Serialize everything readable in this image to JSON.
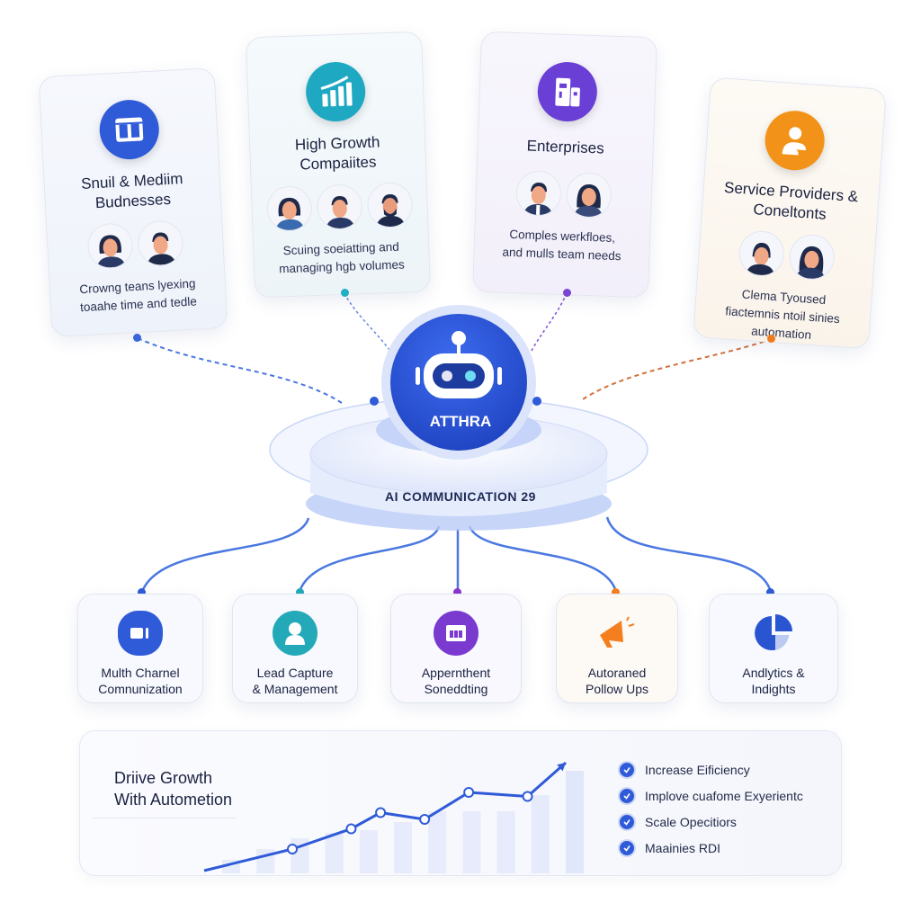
{
  "hub": {
    "name": "ATTHRA",
    "platform_label": "AI COMMUNICATION 29",
    "icon": "robot-icon"
  },
  "segments": [
    {
      "id": "smb",
      "title_line1": "Snuil & Mediim",
      "title_line2": "Budnesses",
      "desc_line1": "Crowng teans lyexing",
      "desc_line2": "toaahe time and tedle",
      "desc_line3": "",
      "icon": "storefront-icon",
      "color": "#2f5bd8",
      "avatars": 2
    },
    {
      "id": "growth",
      "title_line1": "High Growth",
      "title_line2": "Compaiites",
      "desc_line1": "Scuing soeiatting and",
      "desc_line2": "managing hgb volumes",
      "desc_line3": "",
      "icon": "growth-chart-icon",
      "color": "#1ea8c2",
      "avatars": 3
    },
    {
      "id": "enterprise",
      "title_line1": "Enterprises",
      "title_line2": "",
      "desc_line1": "Comples werkfloes,",
      "desc_line2": "and mulls team needs",
      "desc_line3": "",
      "icon": "buildings-icon",
      "color": "#6a3fd6",
      "avatars": 2
    },
    {
      "id": "services",
      "title_line1": "Service Providers &",
      "title_line2": "Coneltonts",
      "desc_line1": "Clema Tyoused",
      "desc_line2": "fiactemnis ntoil sinies",
      "desc_line3": "automation",
      "icon": "consultant-icon",
      "color": "#f39218",
      "avatars": 2
    }
  ],
  "features": [
    {
      "title_line1": "Multh Charnel",
      "title_line2": "Comnunization",
      "icon": "video-chat-icon",
      "color": "#2f5bd8"
    },
    {
      "title_line1": "Lead Capture",
      "title_line2": "& Management",
      "icon": "user-icon",
      "color": "#24a9b8"
    },
    {
      "title_line1": "Appernthent",
      "title_line2": "Soneddting",
      "icon": "calendar-icon",
      "color": "#7a3ad0"
    },
    {
      "title_line1": "Autoraned",
      "title_line2": "Pollow Ups",
      "icon": "megaphone-icon",
      "color": "#f57f1e"
    },
    {
      "title_line1": "Andlytics &",
      "title_line2": "Indights",
      "icon": "pie-chart-icon",
      "color": "#2a55d0"
    }
  ],
  "growth": {
    "title_line1": "Driive Growth",
    "title_line2": "With Autometion",
    "benefits": [
      "Increase Eificiency",
      "Implove cuafome Exyerientc",
      "Scale Opecitiors",
      "Maainies RDI"
    ]
  },
  "chart_data": {
    "type": "line",
    "title": "",
    "xlabel": "",
    "ylabel": "",
    "x": [
      0,
      1,
      2,
      3,
      4,
      5,
      6,
      7,
      8,
      9,
      10,
      11
    ],
    "line_values": [
      2,
      18,
      33,
      45,
      40,
      60,
      57,
      82
    ],
    "line_x": [
      0,
      3,
      5,
      6,
      7.5,
      9,
      11,
      12.3
    ],
    "bar_values": [
      10,
      18,
      26,
      30,
      32,
      38,
      46,
      46,
      46,
      58,
      76
    ],
    "ylim": [
      0,
      100
    ],
    "grid": false,
    "legend": "none",
    "colors": {
      "line": "#2f5bd8",
      "bar": "#dfe6fa",
      "marker_fill": "#ffffff"
    }
  },
  "colors": {
    "primary": "#2f5bd8",
    "teal": "#1ea8c2",
    "purple": "#6a3fd6",
    "orange": "#f39218"
  }
}
